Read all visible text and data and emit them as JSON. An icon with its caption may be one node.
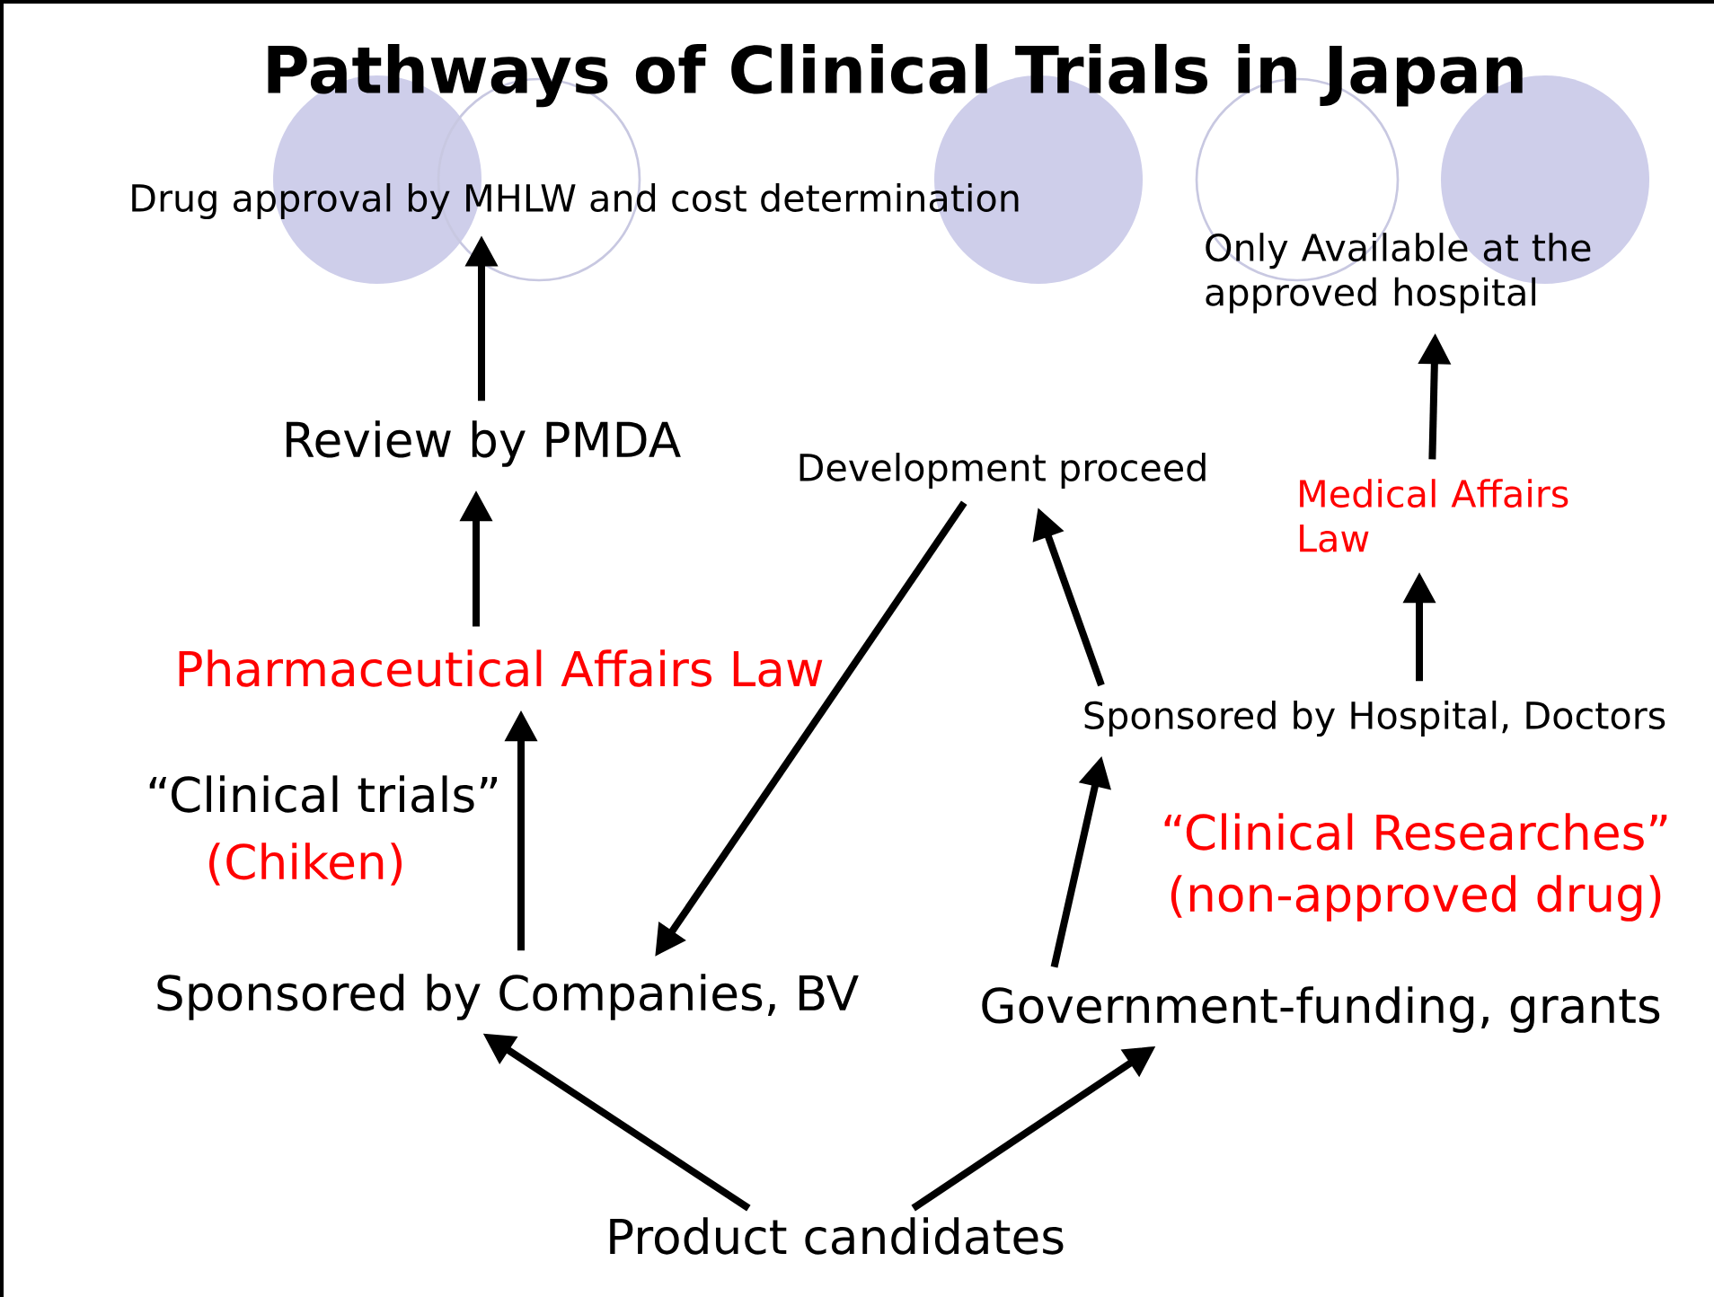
{
  "diagram": {
    "title": "Pathways of Clinical Trials in Japan",
    "nodes": [
      {
        "text": [
          "Drug approval by MHLW and cost determination"
        ]
      },
      {
        "text": [
          "Review by PMDA"
        ]
      },
      {
        "text": [
          "Development proceed"
        ]
      },
      {
        "text": [
          "Only Available at the approved hospital"
        ]
      },
      {
        "text": [
          "Medical Affairs Law"
        ]
      },
      {
        "text": [
          "Pharmaceutical Affairs Law"
        ]
      },
      {
        "text": [
          "Sponsored by Hospital, Doctors"
        ]
      },
      {
        "text": [
          "Sponsored by Companies, BV"
        ]
      },
      {
        "text": [
          "Government-funding, grants"
        ]
      },
      {
        "text": [
          "Product candidates"
        ]
      }
    ],
    "edges": [
      {
        "from": 7,
        "to": 5,
        "arrow": "to"
      },
      {
        "from": 5,
        "to": 1,
        "arrow": "to"
      },
      {
        "from": 1,
        "to": 0,
        "arrow": "to"
      },
      {
        "from": 9,
        "to": 7,
        "arrow": "to"
      },
      {
        "from": 9,
        "to": 8,
        "arrow": "to"
      },
      {
        "from": 8,
        "to": 6,
        "arrow": "to"
      },
      {
        "from": 6,
        "to": 2,
        "arrow": "to"
      },
      {
        "from": 2,
        "to": 7,
        "arrow": "to"
      },
      {
        "from": 6,
        "to": 4,
        "arrow": "to"
      },
      {
        "from": 4,
        "to": 3,
        "arrow": "to"
      }
    ],
    "labels": [
      "“Clinical trials”",
      "(Chiken)",
      "“Clinical Researches”",
      "(non-approved drug)"
    ]
  }
}
